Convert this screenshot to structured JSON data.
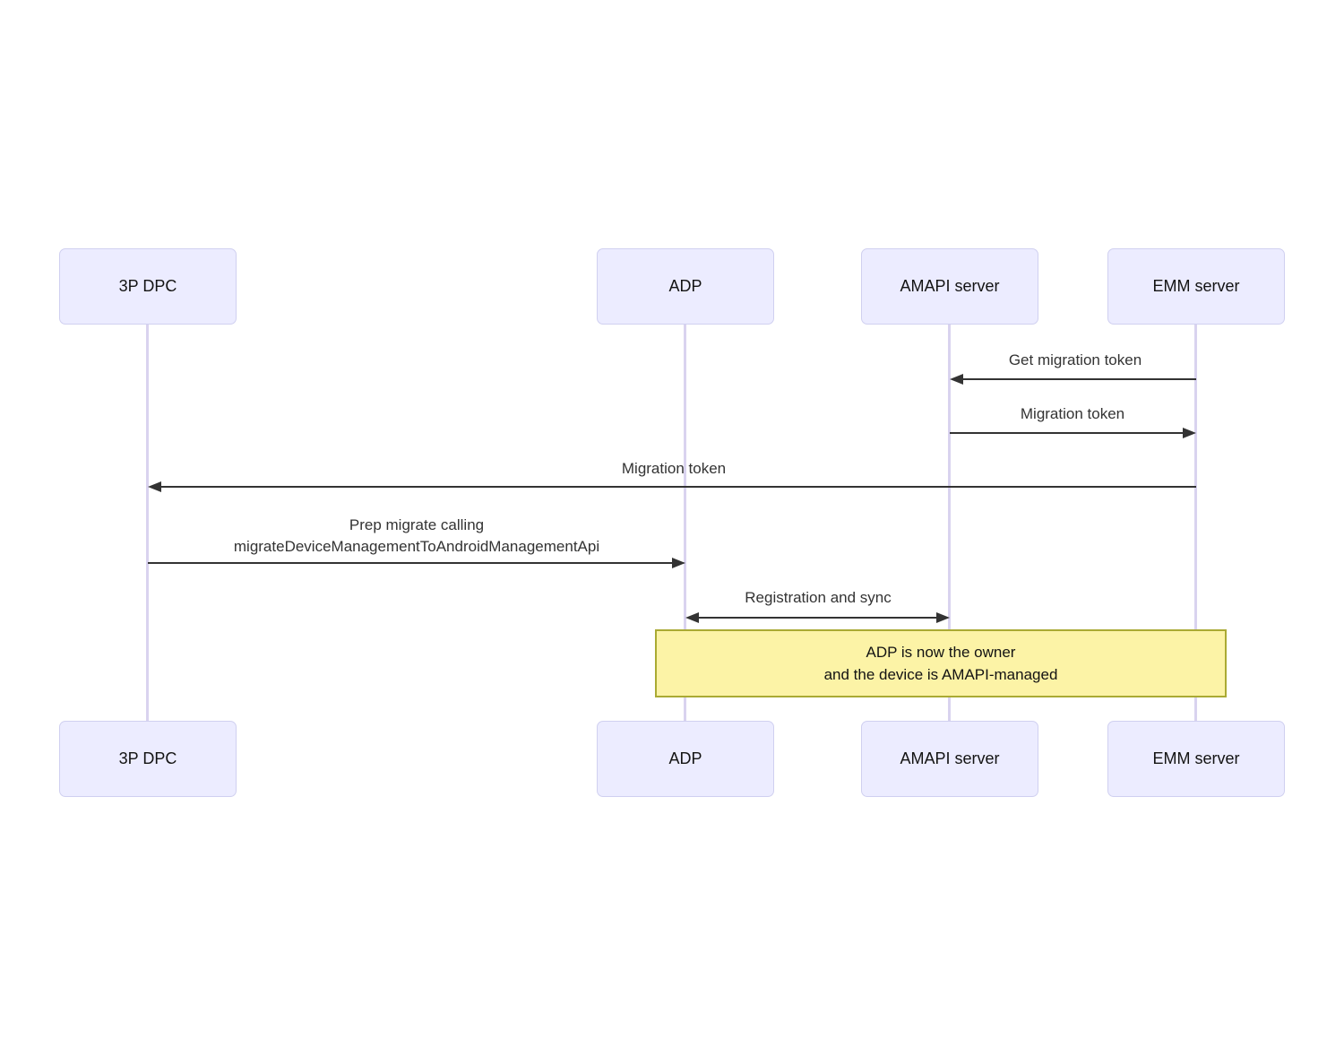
{
  "diagram": {
    "type": "sequence",
    "actors": [
      {
        "label": "3P DPC"
      },
      {
        "label": "ADP"
      },
      {
        "label": "AMAPI server"
      },
      {
        "label": "EMM server"
      }
    ],
    "messages": [
      {
        "from": "EMM server",
        "to": "AMAPI server",
        "label": "Get migration token"
      },
      {
        "from": "AMAPI server",
        "to": "EMM server",
        "label": "Migration token"
      },
      {
        "from": "EMM server",
        "to": "3P DPC",
        "label": "Migration token"
      },
      {
        "from": "3P DPC",
        "to": "ADP",
        "lines": [
          "Prep migrate calling",
          "migrateDeviceManagementToAndroidManagementApi"
        ]
      },
      {
        "from": "ADP",
        "to": "AMAPI server",
        "bidirectional": true,
        "label": "Registration and sync"
      }
    ],
    "note": {
      "over": [
        "ADP",
        "EMM server"
      ],
      "lines": [
        "ADP is now the owner",
        "and the device is AMAPI-managed"
      ]
    },
    "colors": {
      "actor_fill": "#ECECFF",
      "actor_border": "#D0D0F0",
      "lifeline": "#D9D3EF",
      "arrow": "#333333",
      "message_text": "#333333",
      "note_fill": "#FCF3A6",
      "note_border": "#AAAA33",
      "background": "#FFFFFF"
    }
  }
}
